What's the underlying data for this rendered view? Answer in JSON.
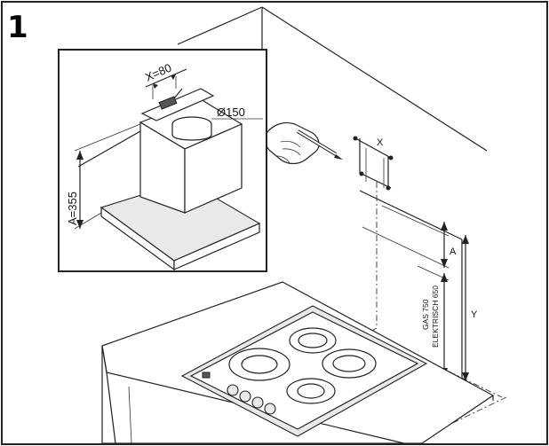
{
  "step_number": "1",
  "inset": {
    "width_label": "X=80",
    "diameter_label": "Ø150",
    "height_label": "A=355"
  },
  "wall": {
    "x_label": "X",
    "a_label": "A",
    "y_label": "Y",
    "gas_label": "GAS 750",
    "electric_label": "ELEKTRISCH 650"
  }
}
